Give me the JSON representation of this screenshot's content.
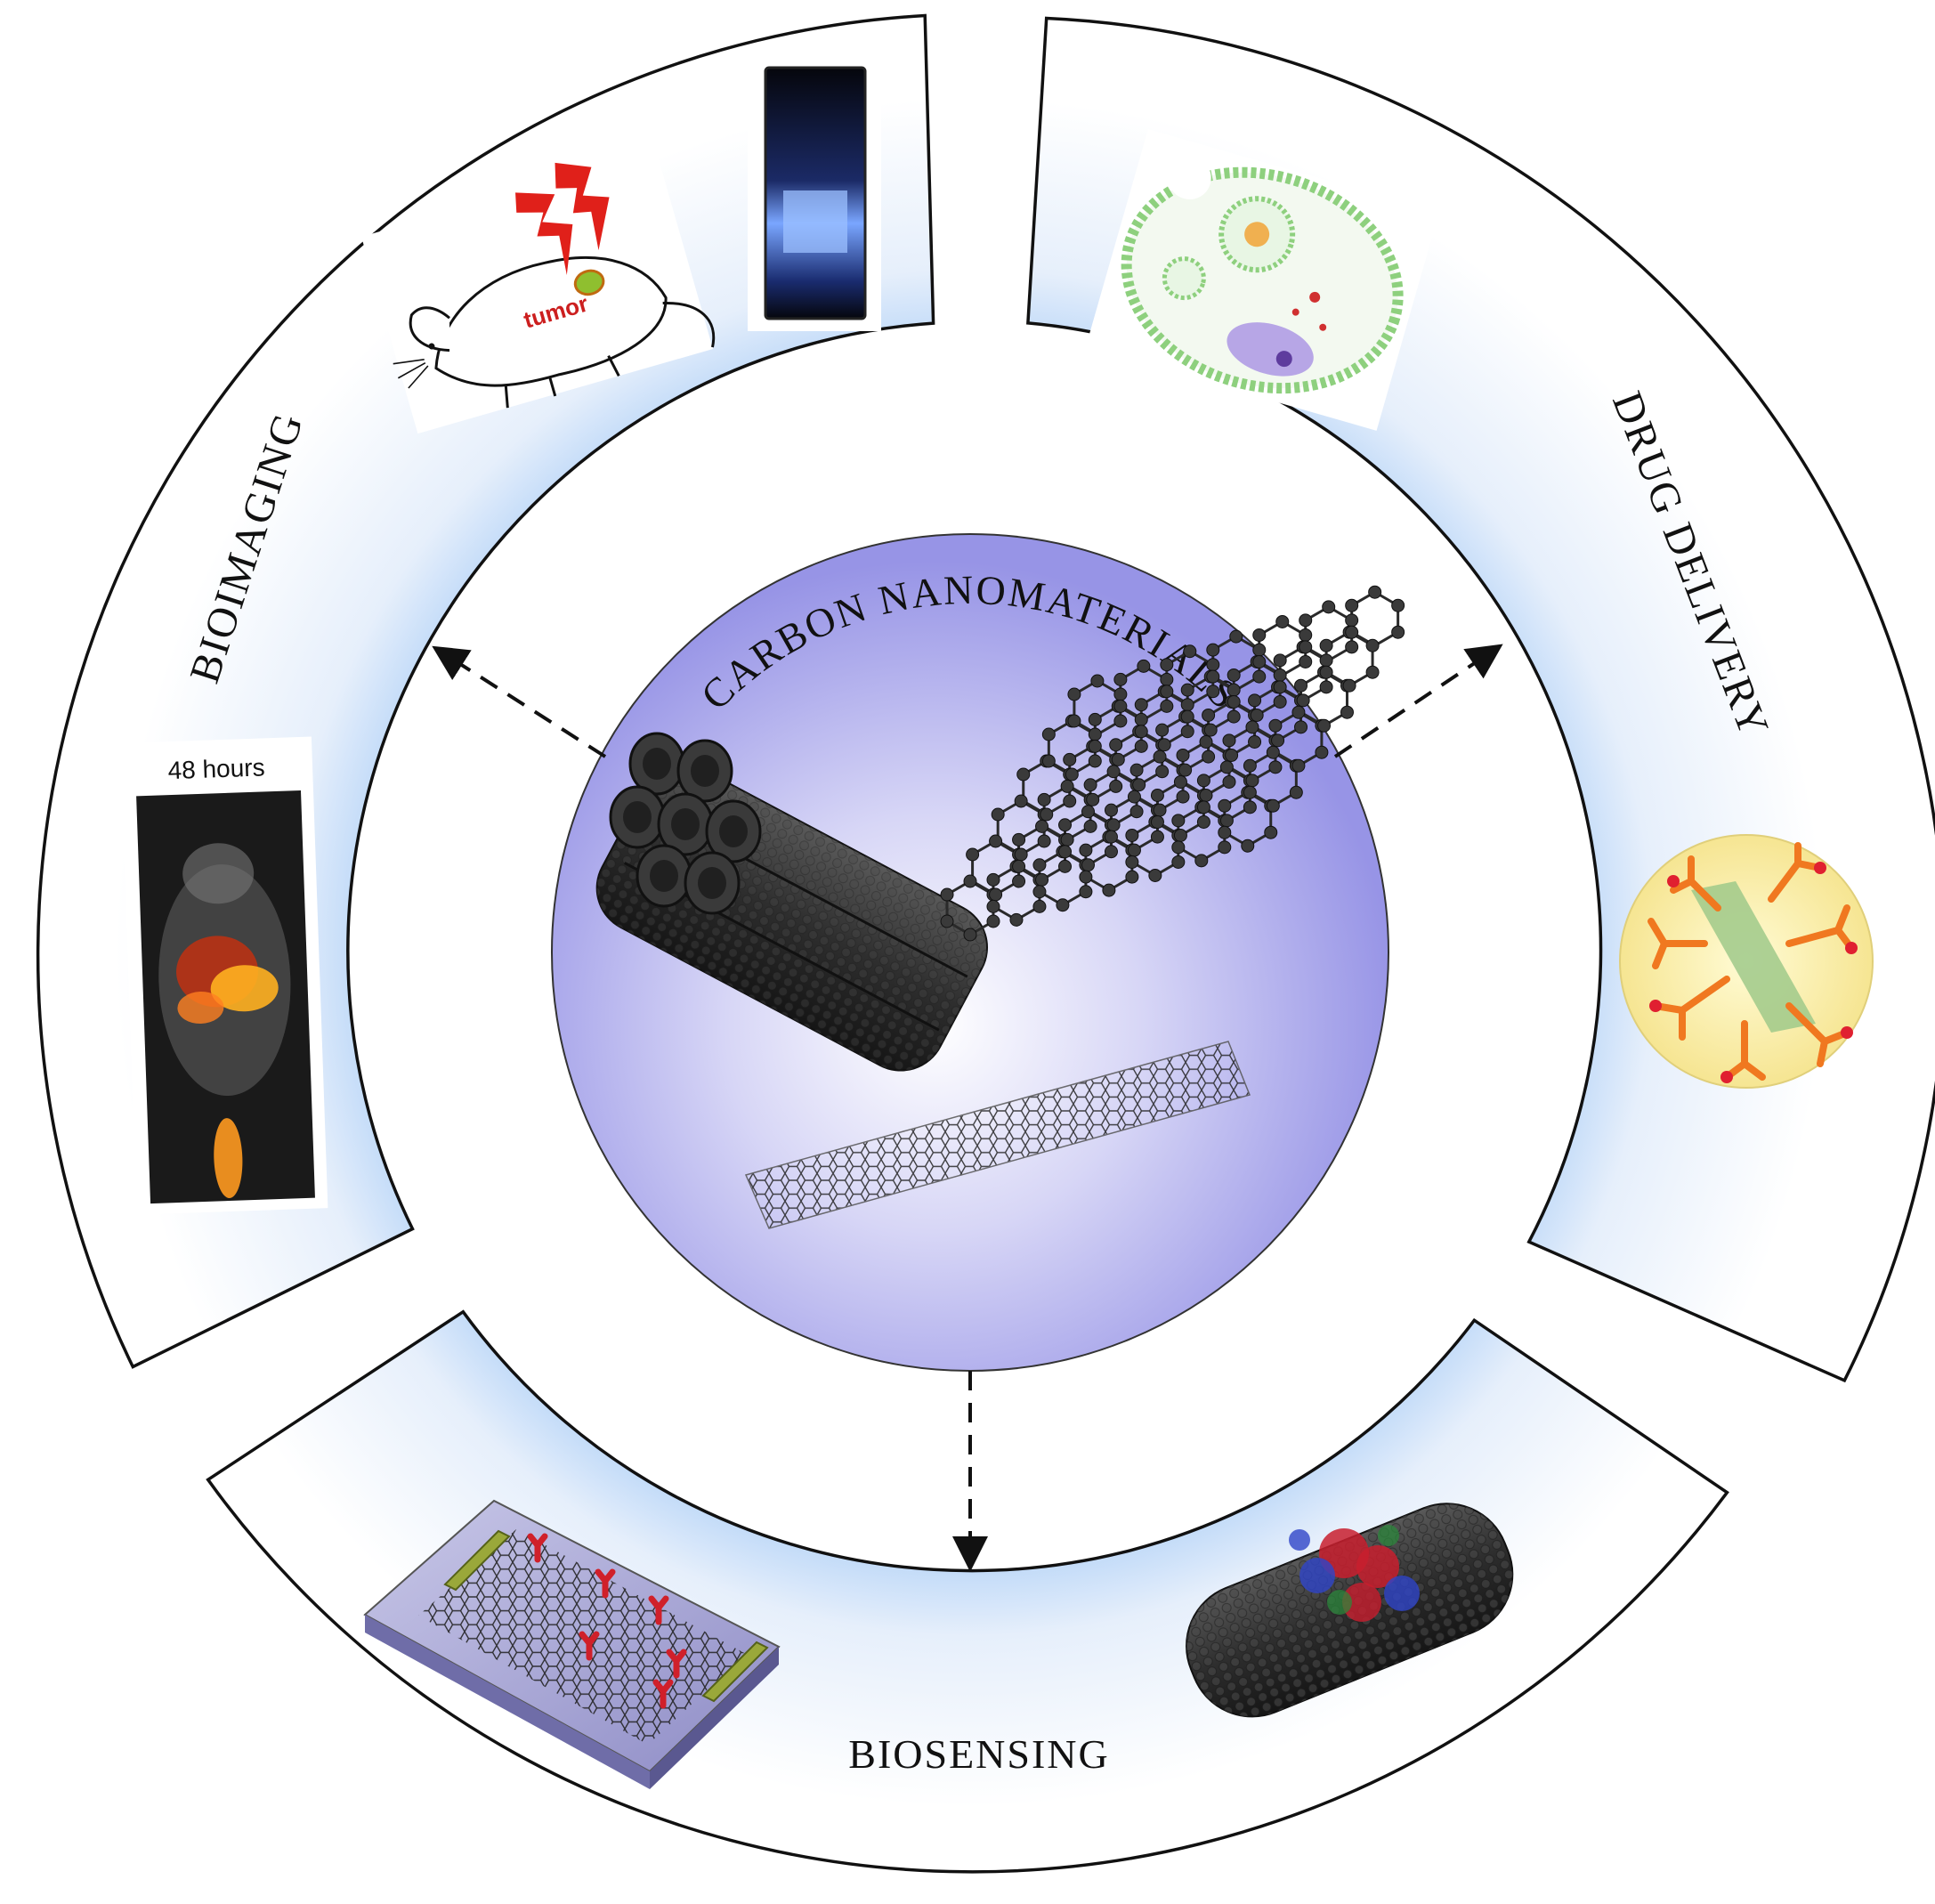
{
  "title": "CARBON NANOMATERIALS",
  "segments": {
    "bioimaging": {
      "label": "BIOIMAGING",
      "panel_caption": "48 hours",
      "mouse_label": "tumor"
    },
    "drug_delivery": {
      "label": "DRUG DELIVERY"
    },
    "biosensing": {
      "label": "BIOSENSING"
    }
  },
  "colors": {
    "center_sphere": "#a8a6ec",
    "ring_glow": "#8fc0f5",
    "outline": "#111111",
    "arrow": "#111111",
    "accent_red": "#e0201a"
  },
  "icons": [
    "nanotube-bundle-icon",
    "graphene-sheet-icon",
    "graphene-ribbon-icon",
    "mouse-tumor-icon",
    "cuvette-fluorescence-icon",
    "pet-ct-scan-icon",
    "cell-endosome-icon",
    "dendrimer-graphene-icon",
    "graphene-sensor-chip-icon",
    "nanotube-protein-icon"
  ]
}
